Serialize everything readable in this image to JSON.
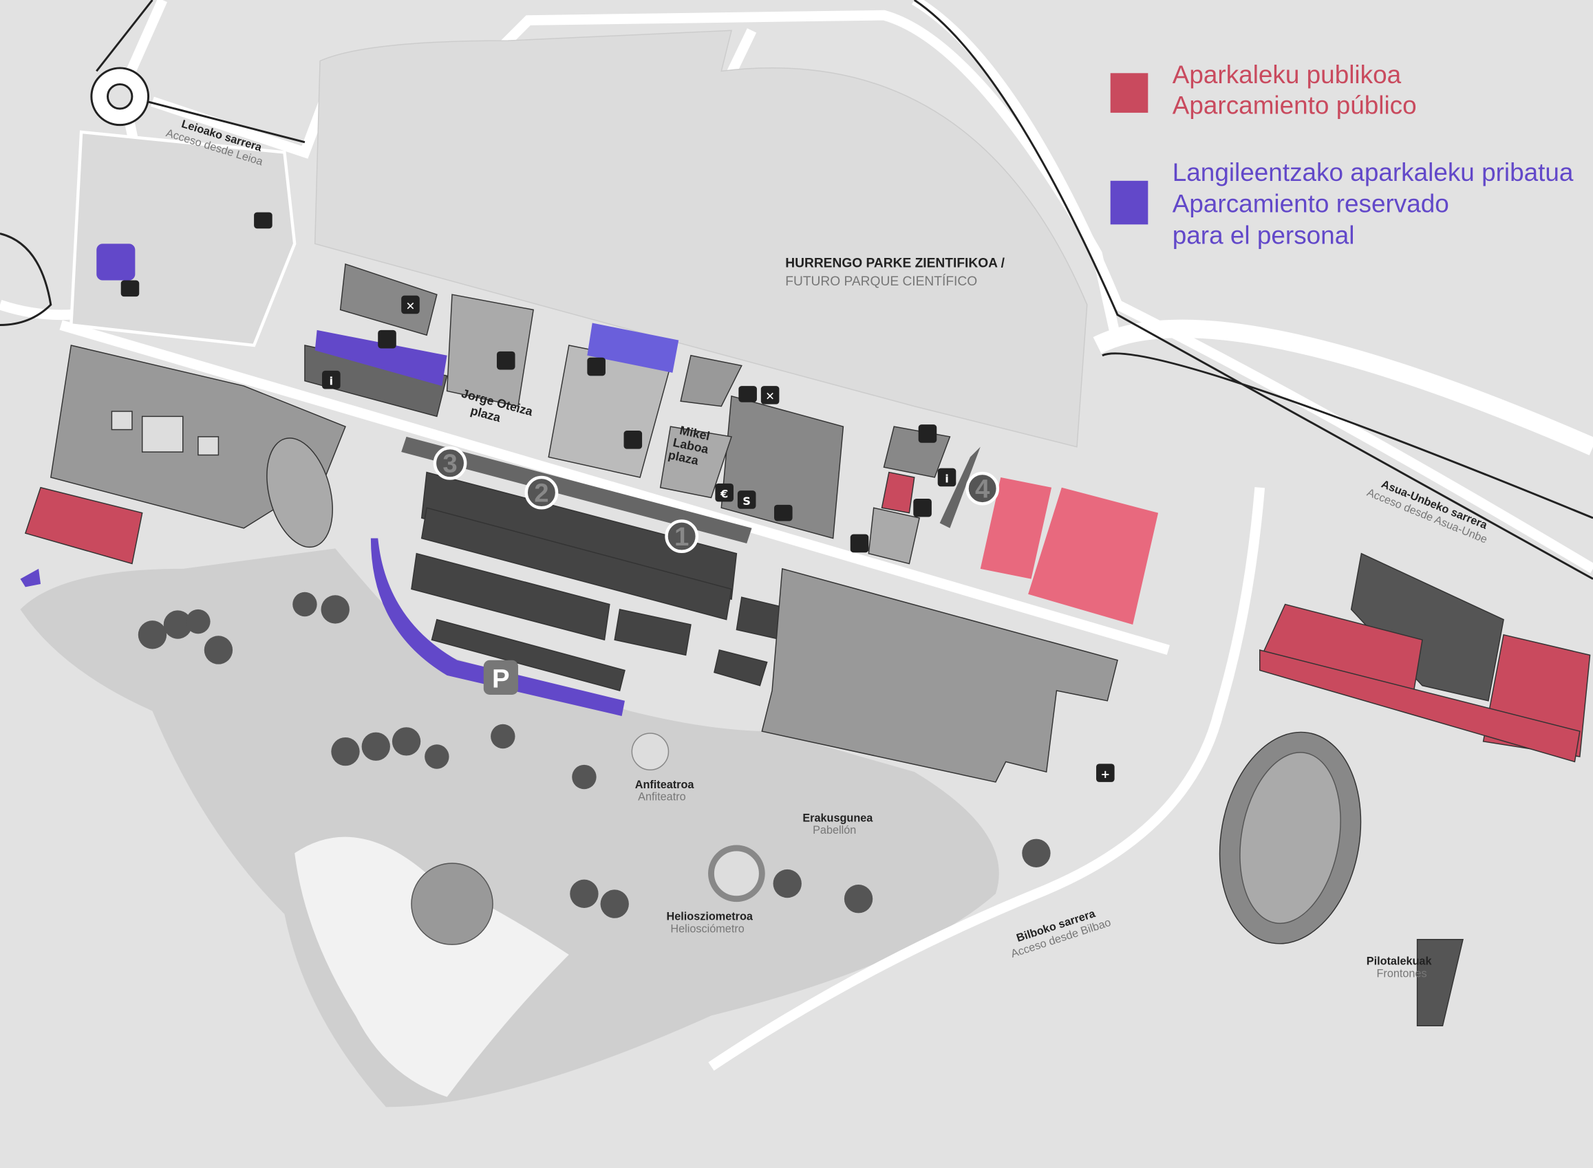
{
  "legend": {
    "public": {
      "line1": "Aparkaleku publikoa",
      "line2": "Aparcamiento público",
      "color": "#c94a5e"
    },
    "staff": {
      "line1": "Langileentzako aparkaleku pribatua",
      "line2": "Aparcamiento reservado",
      "line3": "para el personal",
      "color": "#6248c9"
    }
  },
  "labels": {
    "leioa": {
      "eu": "Leioako sarrera",
      "es": "Acceso desde Leioa"
    },
    "future_park": {
      "eu": "HURRENGO PARKE ZIENTIFIKOA /",
      "es": "FUTURO PARQUE CIENTÍFICO"
    },
    "oteiza": {
      "l1": "Jorge Oteiza",
      "l2": "plaza"
    },
    "laboa": {
      "l1": "Mikel",
      "l2": "Laboa",
      "l3": "plaza"
    },
    "amphitheatre": {
      "eu": "Anfiteatroa",
      "es": "Anfiteatro"
    },
    "pavilion": {
      "eu": "Erakusgunea",
      "es": "Pabellón"
    },
    "heliometer": {
      "eu": "Heliosziometroa",
      "es": "Heliosciómetro"
    },
    "bilbao": {
      "eu": "Bilboko sarrera",
      "es": "Acceso desde Bilbao"
    },
    "asua": {
      "eu": "Asua-Unbeko sarrera",
      "es": "Acceso desde Asua-Unbe"
    },
    "fronton": {
      "eu": "Pilotalekuak",
      "es": "Frontones"
    }
  },
  "markers": {
    "n1": "1",
    "n2": "2",
    "n3": "3",
    "n4": "4",
    "parking": "P",
    "info": "i",
    "money": "€",
    "shop": "S"
  },
  "colors": {
    "public": "#c94a5e",
    "public_light": "#e8697e",
    "staff": "#6248c9",
    "building": "#999999",
    "dark": "#444444"
  }
}
